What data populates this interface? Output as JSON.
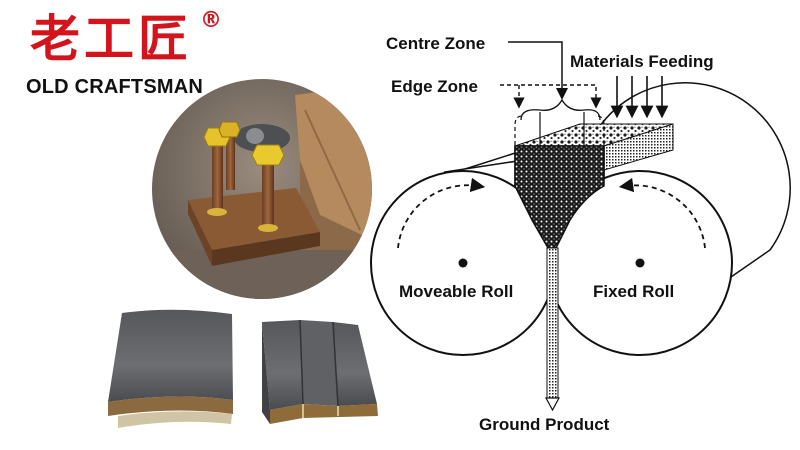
{
  "brand": {
    "name_cn": "老工匠",
    "registered_mark": "®",
    "name_en": "OLD CRAFTSMAN"
  },
  "photos": {
    "bolt_plate_icon": "bolt-plate-photo",
    "liners_icon": "wear-liner-photo"
  },
  "diagram": {
    "labels": {
      "centre_zone": "Centre Zone",
      "edge_zone": "Edge Zone",
      "materials_feeding": "Materials Feeding",
      "moveable_roll": "Moveable Roll",
      "fixed_roll": "Fixed Roll",
      "ground_product": "Ground Product"
    }
  },
  "colors": {
    "brand_red": "#d3141d",
    "text_dark": "#111111"
  }
}
